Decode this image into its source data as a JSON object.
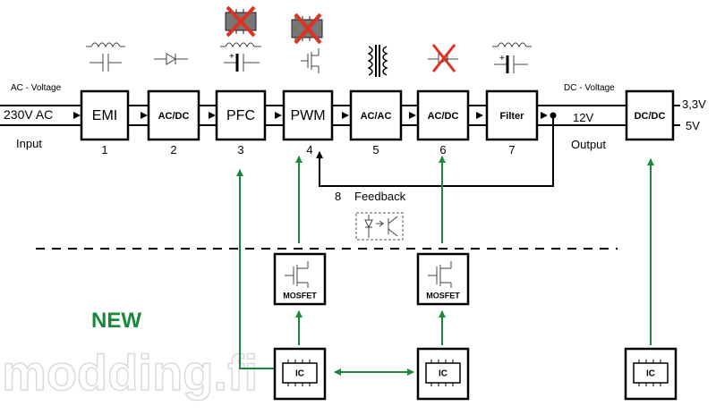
{
  "labels": {
    "ac_voltage": "AC - Voltage",
    "ac_input": "230V AC",
    "input": "Input",
    "dc_voltage": "DC - Voltage",
    "v12": "12V",
    "output": "Output",
    "out_33": "3,3V",
    "out_5": "5V",
    "feedback_num": "8",
    "feedback": "Feedback",
    "new": "NEW",
    "watermark": "modding.fi"
  },
  "blocks": [
    {
      "label": "EMI",
      "num": "1"
    },
    {
      "label": "AC/DC",
      "num": "2"
    },
    {
      "label": "PFC",
      "num": "3"
    },
    {
      "label": "PWM",
      "num": "4"
    },
    {
      "label": "AC/AC",
      "num": "5"
    },
    {
      "label": "AC/DC",
      "num": "6"
    },
    {
      "label": "Filter",
      "num": "7"
    },
    {
      "label": "DC/DC",
      "num": ""
    }
  ],
  "mosfets": [
    {
      "label": "MOSFET"
    },
    {
      "label": "MOSFET"
    }
  ],
  "ics": [
    {
      "label": "IC"
    },
    {
      "label": "IC"
    },
    {
      "label": "IC"
    }
  ],
  "colors": {
    "green": "#1a8a3a",
    "red": "#e03020"
  }
}
